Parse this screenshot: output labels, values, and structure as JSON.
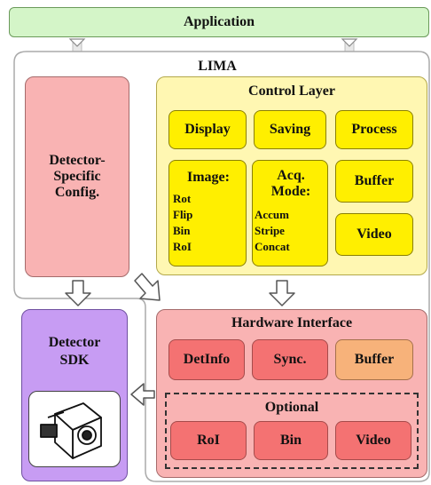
{
  "application": "Application",
  "lima": "LIMA",
  "detector_config": [
    "Detector-",
    "Specific",
    "Config."
  ],
  "control_layer": {
    "title": "Control Layer",
    "display": "Display",
    "saving": "Saving",
    "process": "Process",
    "image": {
      "title": "Image:",
      "items": [
        "Rot",
        "Flip",
        "Bin",
        "RoI"
      ]
    },
    "acq_mode": {
      "title": [
        "Acq.",
        "Mode:"
      ],
      "items": [
        "Accum",
        "Stripe",
        "Concat"
      ]
    },
    "buffer": "Buffer",
    "video": "Video"
  },
  "hardware_interface": {
    "title": "Hardware Interface",
    "detinfo": "DetInfo",
    "sync": "Sync.",
    "buffer": "Buffer",
    "optional": {
      "title": "Optional",
      "roi": "RoI",
      "bin": "Bin",
      "video": "Video"
    }
  },
  "detector_sdk": [
    "Detector",
    "SDK"
  ],
  "colors": {
    "application": "#d4f5c8",
    "control_layer": "#fff7b2",
    "control_box": "#ffef00",
    "config": "#f9b3b3",
    "hardware": "#f9b3b3",
    "hw_box": "#f47272",
    "hw_buffer": "#f7b27a",
    "sdk": "#c79cf3"
  }
}
